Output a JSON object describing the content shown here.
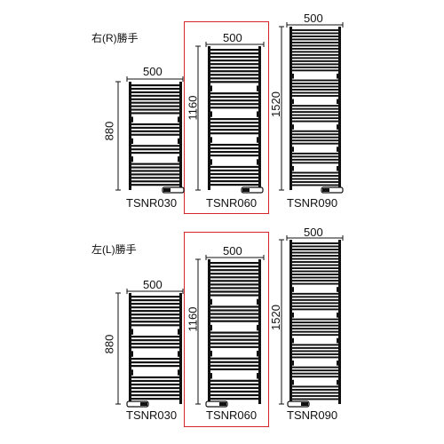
{
  "colors": {
    "highlight": "#d6262b",
    "ink": "#111111"
  },
  "sections": [
    {
      "label": "右(R)勝手",
      "models": [
        {
          "name": "TSNR030",
          "width": "500",
          "height": "880"
        },
        {
          "name": "TSNR060",
          "width": "500",
          "height": "1160",
          "highlighted": true
        },
        {
          "name": "TSNR090",
          "width": "500",
          "height": "1520"
        }
      ]
    },
    {
      "label": "左(L)勝手",
      "models": [
        {
          "name": "TSNR030",
          "width": "500",
          "height": "880"
        },
        {
          "name": "TSNR060",
          "width": "500",
          "height": "1160",
          "highlighted": true
        },
        {
          "name": "TSNR090",
          "width": "500",
          "height": "1520"
        }
      ]
    }
  ]
}
